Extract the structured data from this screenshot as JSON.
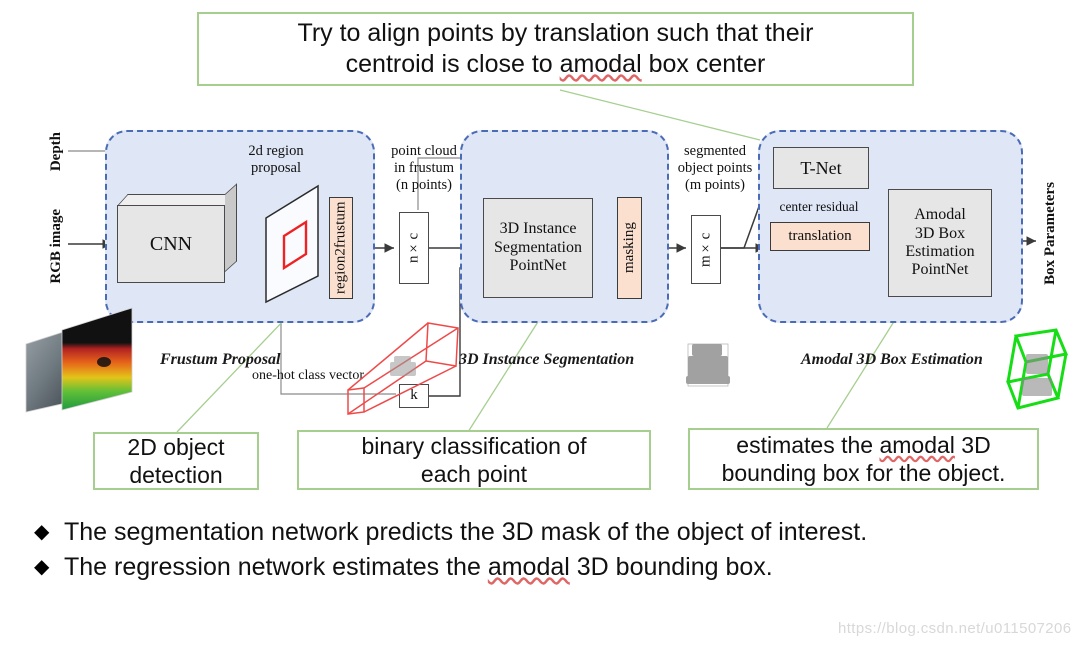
{
  "top_callout": {
    "line1": "Try to align points by translation such that their",
    "line2_pre": "centroid is close to ",
    "line2_sq": "amodal",
    "line2_post": " box center"
  },
  "diagram": {
    "side_labels": {
      "depth": "Depth",
      "rgb": "RGB image",
      "box_parameters": "Box Parameters"
    },
    "stages": [
      {
        "name": "frustum-proposal",
        "caption": "Frustum Proposal"
      },
      {
        "name": "3d-instance-segmentation",
        "caption": "3D Instance Segmentation"
      },
      {
        "name": "amodal-3d-box-estimation",
        "caption": "Amodal 3D Box Estimation"
      }
    ],
    "blocks": {
      "cnn": "CNN",
      "region2frustum": "region2frustum",
      "nxc": "n×c",
      "k": "k",
      "seg_pointnet_l1": "3D Instance",
      "seg_pointnet_l2": "Segmentation",
      "seg_pointnet_l3": "PointNet",
      "masking": "masking",
      "mxc": "m×c",
      "tnet": "T-Net",
      "translation": "translation",
      "amodal_l1": "Amodal",
      "amodal_l2": "3D Box",
      "amodal_l3": "Estimation",
      "amodal_l4": "PointNet"
    },
    "labels": {
      "two_d_region_l1": "2d region",
      "two_d_region_l2": "proposal",
      "point_cloud_l1": "point cloud",
      "point_cloud_l2": "in frustum",
      "point_cloud_l3": "(n points)",
      "one_hot": "one-hot class vector",
      "segmented_l1": "segmented",
      "segmented_l2": "object points",
      "segmented_l3": "(m points)",
      "center_residual": "center residual"
    }
  },
  "annotations": {
    "two_d_detection_l1": "2D object",
    "two_d_detection_l2": "detection",
    "binary_l1": "binary classification of",
    "binary_l2": "each point",
    "amodal_pre": "estimates the ",
    "amodal_sq": "amodal",
    "amodal_post": " 3D",
    "amodal_l2": "bounding box for the object."
  },
  "bullets": [
    {
      "marker": "◆",
      "text_pre": "The segmentation network predicts the 3D mask of the object of interest.",
      "sq": "",
      "text_post": ""
    },
    {
      "marker": "◆",
      "text_pre": "The regression network estimates the ",
      "sq": "amodal",
      "text_post": " 3D bounding box."
    }
  ],
  "watermark": "https://blog.csdn.net/u011507206",
  "colors": {
    "callout_border": "#a6cf8f",
    "stage_fill": "#dfe6f5",
    "stage_border": "#4a6bb5",
    "block_fill": "#e6e6e6",
    "peach_fill": "#fbe0d0",
    "frustum_red": "#ef4a4a",
    "box_green": "#17dd17"
  }
}
